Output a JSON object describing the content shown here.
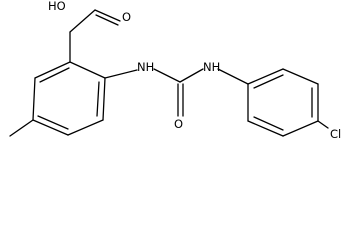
{
  "molecule": {
    "atoms": {
      "carboxyl_oh": "HO",
      "carbonyl_o_acid": "O",
      "amide_nh_left": "NH",
      "urea_carbonyl_o": "O",
      "amide_nh_right": "NH",
      "chlorine": "Cl"
    }
  }
}
